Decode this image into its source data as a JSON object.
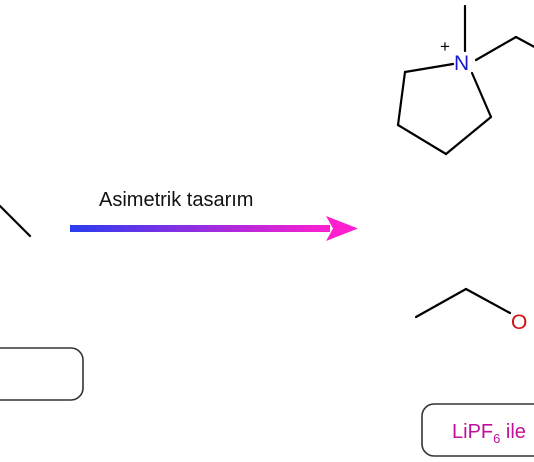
{
  "arrow": {
    "label": "Asimetrik tasarım",
    "gradient_start": "#2a3cf0",
    "gradient_end": "#ff1fcf",
    "head_color": "#ff1fcf"
  },
  "cation": {
    "nitrogen_symbol": "N",
    "charge": "+",
    "nitrogen_color": "#1a1acd",
    "bond_color": "#000000"
  },
  "ether": {
    "oxygen_symbol": "O",
    "oxygen_color": "#d01010"
  },
  "salt_box": {
    "text_main": "LiPF",
    "text_sub": "6",
    "text_after": " ile",
    "text_color": "#c0109a",
    "border_color": "#333333"
  },
  "left_box": {
    "border_color": "#333333"
  }
}
